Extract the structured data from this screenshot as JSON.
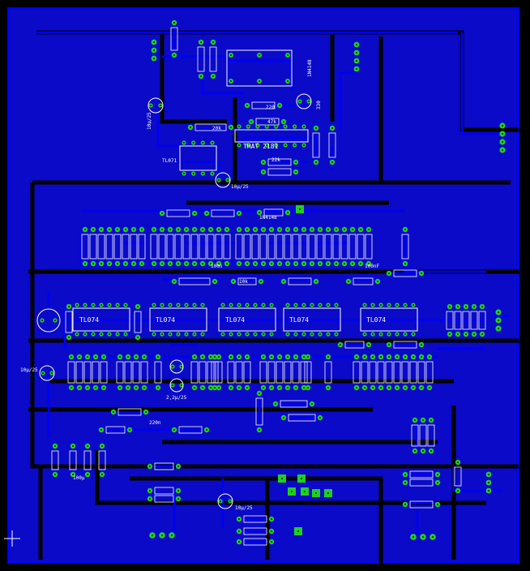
{
  "board": {
    "colors": {
      "background": "#000000",
      "copper_fill": "#0a0ac8",
      "trace": "#0000e8",
      "pad": "#1fd11f",
      "pad_hole": "#0a3a0a",
      "silkscreen": "#ffffff"
    }
  },
  "labels": {
    "ic_that2181": "THAT 2181",
    "ic_tl071_top": "TL071",
    "ic_tl074_1": "TL074",
    "ic_tl074_2": "TL074",
    "ic_tl074_3": "TL074",
    "ic_tl074_4": "TL074",
    "ic_tl074_5": "TL074",
    "cap_10u_top": "10µ/25",
    "cap_10u_mid": "10µ/25",
    "cap_10u_left": "10µ/25",
    "cap_10u_bottom": "10µ/25",
    "cap_100u": "100µ",
    "cap_100n_a": "100n",
    "cap_100n_b": "100nF",
    "cap_220n": "220n",
    "cap_22u": "2,2µ/25",
    "diode_top": "1N4148",
    "diode_mid": "1N4148",
    "res_220": "220",
    "res_330": "330",
    "res_47k": "47k",
    "res_10k": "10k",
    "res_20k": "20k",
    "res_22k": "22k"
  }
}
